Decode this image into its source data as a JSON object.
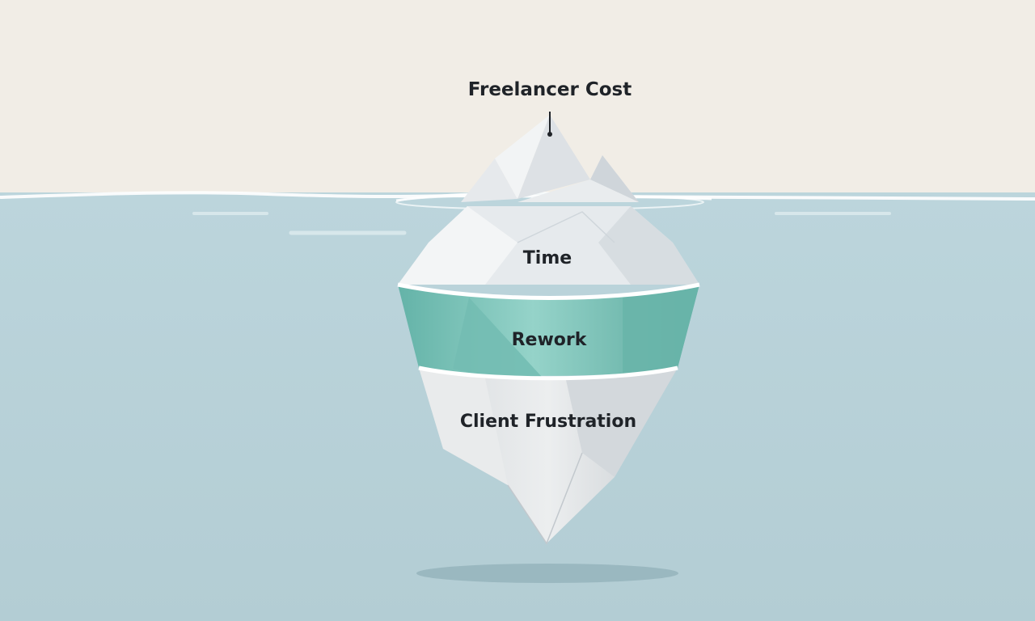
{
  "diagram": {
    "top_label": "Freelancer Cost",
    "layers": [
      {
        "label": "Time"
      },
      {
        "label": "Rework"
      },
      {
        "label": "Client Frustration"
      }
    ]
  },
  "colors": {
    "sky": "#f1ede6",
    "water": "#b9d2d8",
    "ice_light": "#eef1f3",
    "ice_shadow": "#c9d0d6",
    "teal_band": "#7fc7bc",
    "teal_dark": "#4f9f95",
    "text": "#1f2328"
  }
}
